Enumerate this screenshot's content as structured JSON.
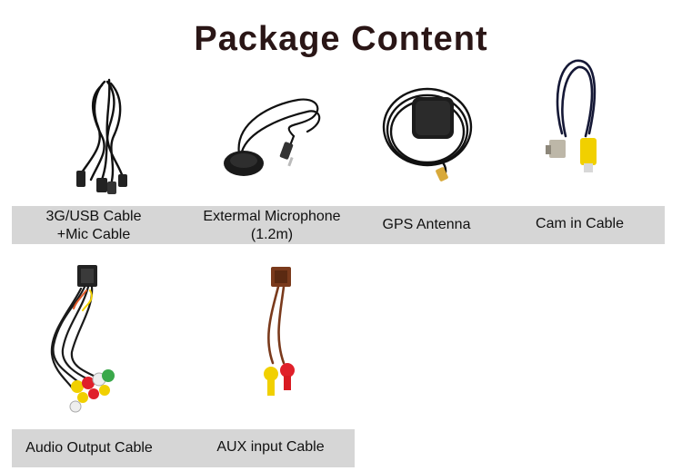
{
  "page": {
    "title": "Package Content"
  },
  "items": [
    {
      "icon": "usb-mic-cable-icon",
      "label_line1": "3G/USB Cable",
      "label_line2": "+Mic Cable"
    },
    {
      "icon": "microphone-icon",
      "label_line1": "Extermal Microphone",
      "label_line2": "(1.2m)"
    },
    {
      "icon": "gps-antenna-icon",
      "label_line1": "GPS Antenna"
    },
    {
      "icon": "cam-in-cable-icon",
      "label_line1": "Cam in Cable"
    },
    {
      "icon": "audio-output-cable-icon",
      "label_line1": "Audio Output Cable"
    },
    {
      "icon": "aux-input-cable-icon",
      "label_line1": "AUX input Cable"
    }
  ],
  "colors": {
    "label_bar": "#d6d6d6",
    "title": "#2a1616",
    "cable": "#111111",
    "rca_yellow": "#f1d000",
    "rca_red": "#e0202a",
    "rca_white": "#eeeeee",
    "rca_green": "#3aa84a",
    "aux_brown": "#7a3a1c"
  }
}
